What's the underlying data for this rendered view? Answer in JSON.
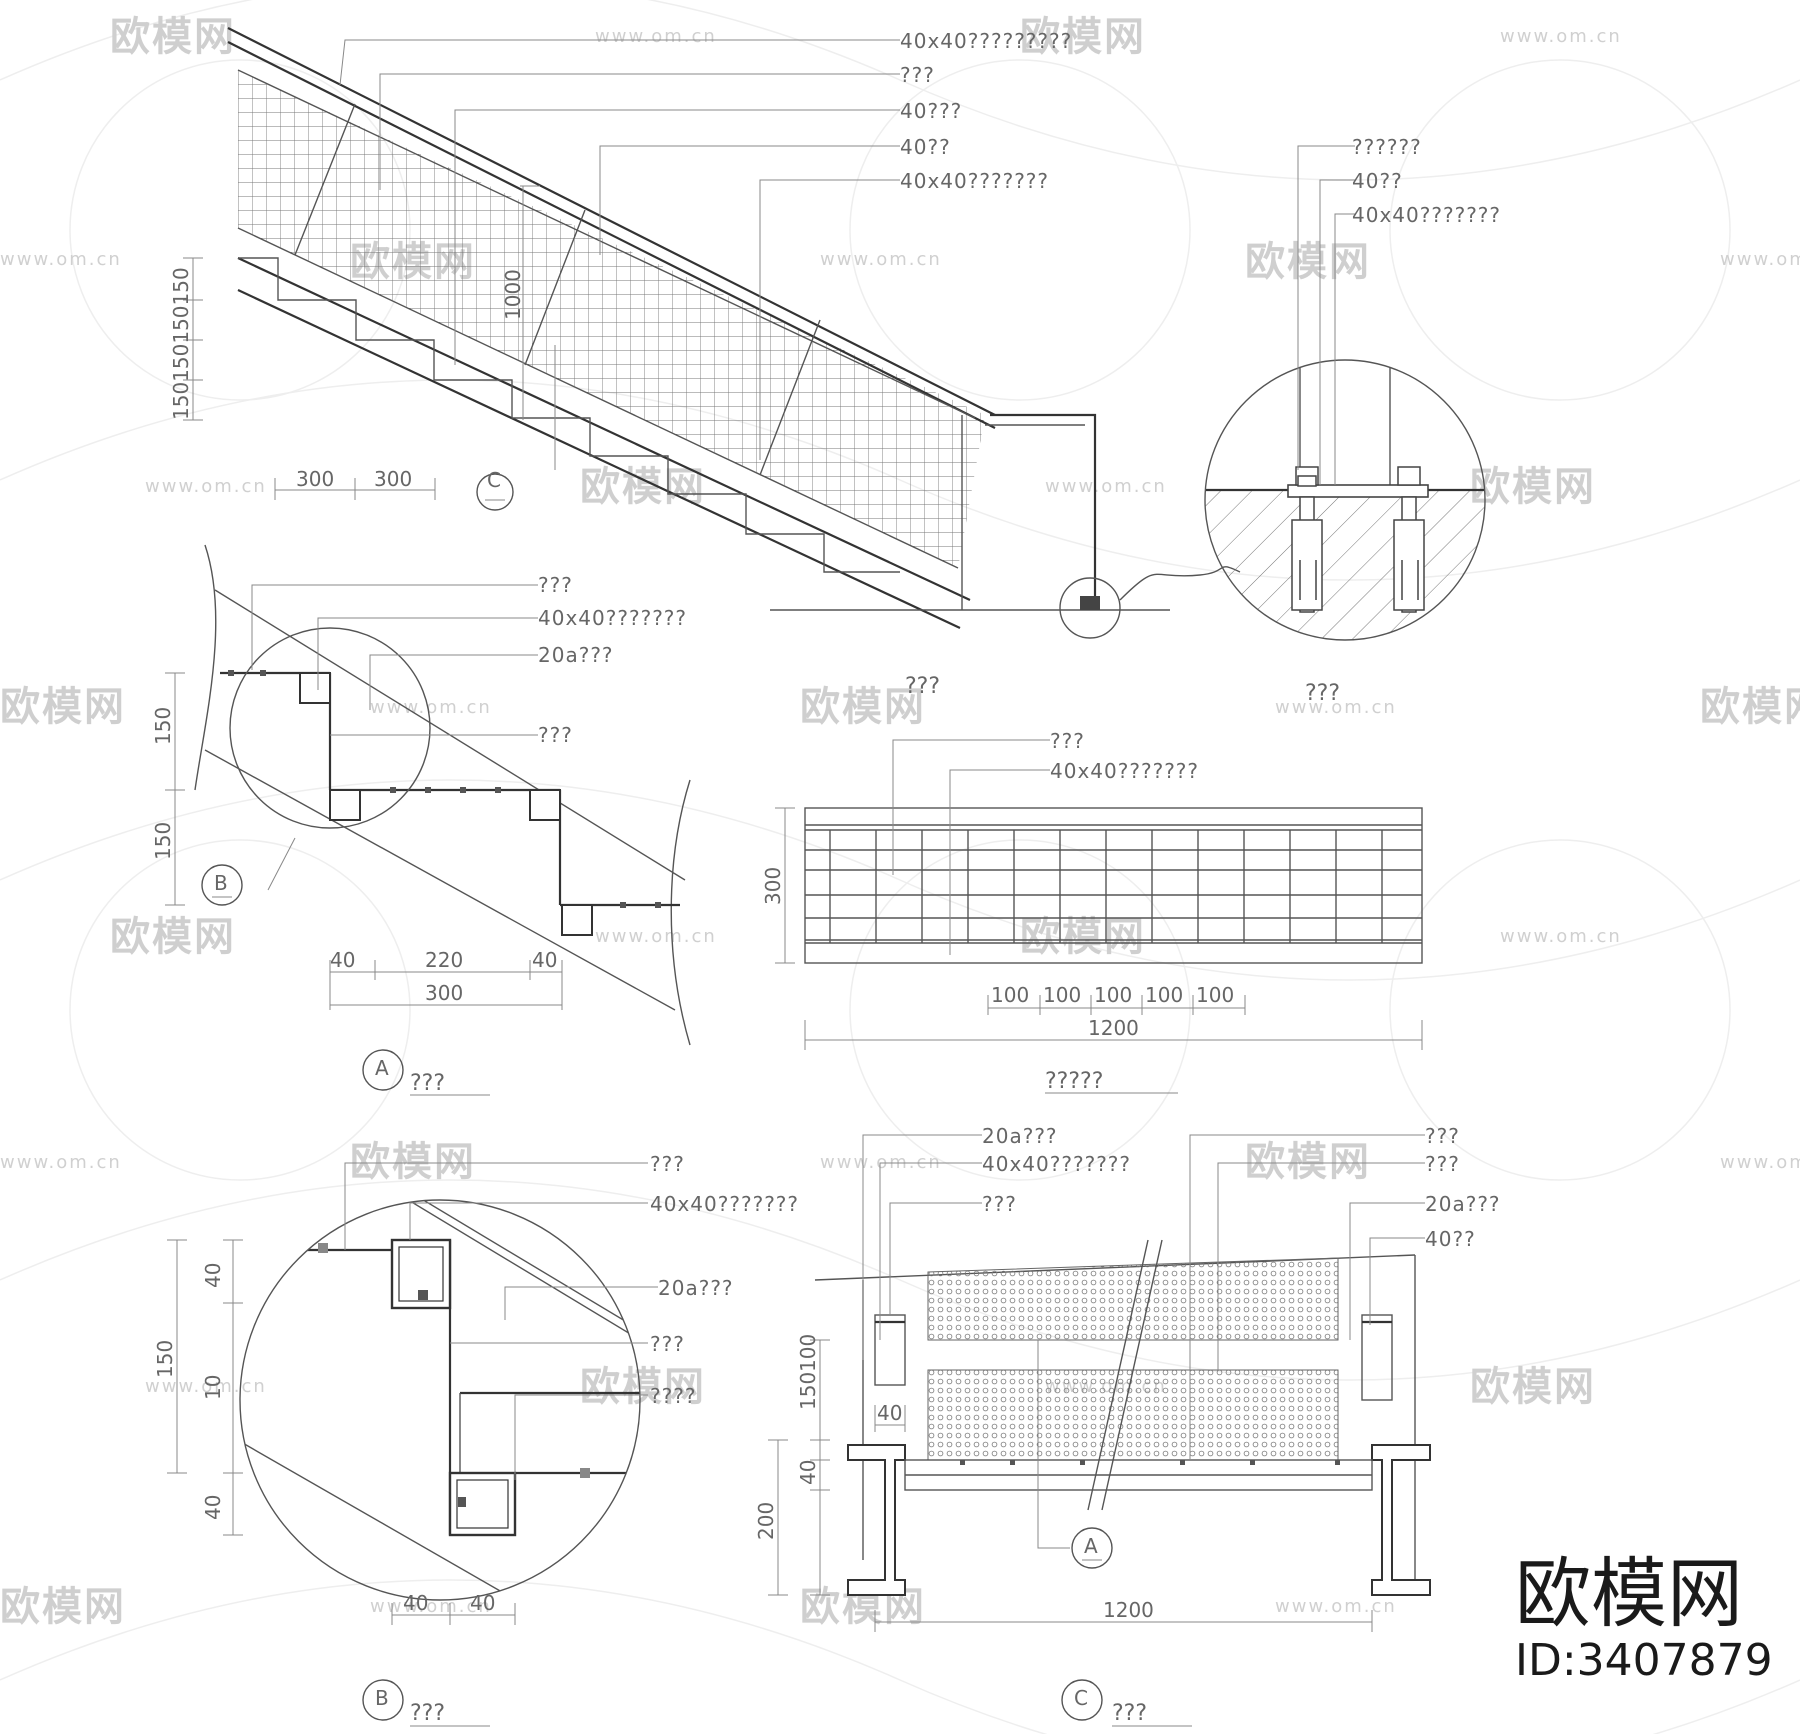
{
  "watermark": {
    "name": "欧模网",
    "url": "www.om.cn",
    "brand": "欧模网",
    "id": "ID:3407879"
  },
  "stair_elevation": {
    "labels": [
      "40x40?????????",
      "???",
      "40???",
      "40??",
      "40x40???????"
    ],
    "step_dims": [
      "300",
      "300"
    ],
    "riser_dims": "150150150150",
    "mesh_dim": "1000",
    "section_marker": "C"
  },
  "detail_top_right": {
    "labels": [
      "??????",
      "40??",
      "40x40???????"
    ],
    "title": "???"
  },
  "detail_a": {
    "labels": [
      "???",
      "40x40???????",
      "20a???",
      "???"
    ],
    "dims_vertical": [
      "150",
      "150"
    ],
    "dims_bottom": [
      "40",
      "220",
      "40"
    ],
    "dim_total": "300",
    "callout_marker": "B",
    "marker": "A",
    "title": "???"
  },
  "panel_elevation": {
    "labels": [
      "???",
      "40x40???????"
    ],
    "dim_height": "300",
    "dims_module": [
      "100",
      "100",
      "100",
      "100",
      "100"
    ],
    "dim_total": "1200",
    "title_top": "???",
    "title": "?????"
  },
  "detail_b": {
    "labels": [
      "???",
      "40x40???????",
      "20a???",
      "???",
      "????"
    ],
    "dims_vertical_outer": "150",
    "dims_vertical": [
      "40",
      "10",
      "40"
    ],
    "dims_bottom": [
      "40",
      "40"
    ],
    "marker": "B",
    "title": "???"
  },
  "detail_c": {
    "labels_left": [
      "20a???",
      "40x40???????",
      "???"
    ],
    "labels_right": [
      "???",
      "???",
      "20a???",
      "40??"
    ],
    "dims_left": [
      "100",
      "150",
      "40",
      "200"
    ],
    "dim_small": "40",
    "dim_total": "1200",
    "callout_marker": "A",
    "marker": "C",
    "title": "???"
  }
}
